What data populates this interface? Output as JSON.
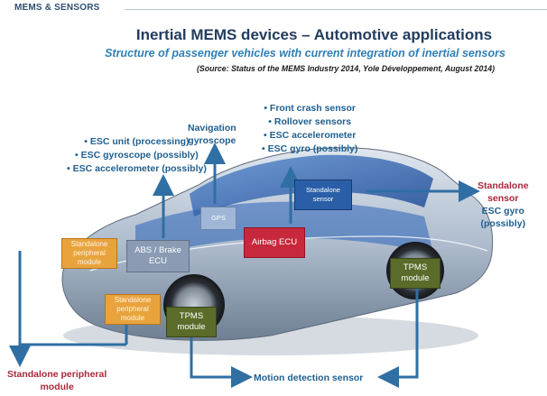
{
  "header": {
    "label": "MEMS & SENSORS"
  },
  "title": {
    "main": "Inertial MEMS devices – Automotive applications",
    "subtitle": "Structure of passenger vehicles with current integration of inertial sensors",
    "source": "(Source: Status of the MEMS Industry 2014, Yole Développement, August 2014)"
  },
  "left_list": [
    "• ESC unit (processing)",
    "• ESC gyroscope (possibly)",
    "• ESC accelerometer (possibly)"
  ],
  "navigation": {
    "line1": "Navigation",
    "line2": "gyroscope"
  },
  "right_list": [
    "• Front crash sensor",
    "• Rollover sensors",
    "• ESC accelerometer",
    "• ESC gyro (possibly)"
  ],
  "standalone_sensor": {
    "line1": "Standalone",
    "line2": "sensor",
    "line3": "ESC gyro",
    "line4": "(possibly)"
  },
  "bottom_left": {
    "line1": "Standalone peripheral",
    "line2": "module"
  },
  "bottom_center": {
    "text": "Motion detection sensor"
  },
  "boxes": {
    "standalone_peripheral_1": {
      "line1": "Standalone",
      "line2": "peripheral",
      "line3": "module"
    },
    "abs_brake": {
      "line1": "ABS / Brake",
      "line2": "ECU"
    },
    "gps": {
      "text": "GPS"
    },
    "airbag": {
      "text": "Airbag ECU"
    },
    "standalone_sensor_box": {
      "line1": "Standalone",
      "line2": "sensor"
    },
    "standalone_peripheral_2": {
      "line1": "Standalone",
      "line2": "peripheral",
      "line3": "module"
    },
    "tpms_front": {
      "line1": "TPMS",
      "line2": "module"
    },
    "tpms_rear": {
      "line1": "TPMS",
      "line2": "module"
    }
  },
  "colors": {
    "arrow": "#2f6fa3",
    "blue_text": "#1f5f8f",
    "red_text": "#a8283b",
    "orange_box": "#e8a23a",
    "olive_box": "#5a6b2a",
    "red_box": "#c8283c",
    "blue_box": "#2a5fa8",
    "grey_box": "#8a9bb3"
  }
}
